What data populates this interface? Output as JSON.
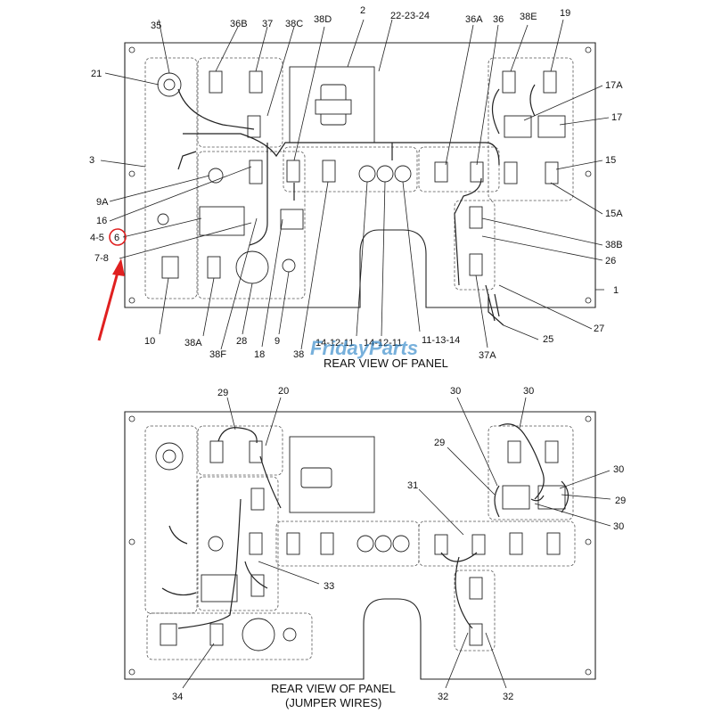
{
  "watermark": "FridayParts",
  "top_view": {
    "title": "REAR VIEW OF PANEL",
    "callouts": {
      "c35": "35",
      "c36b": "36B",
      "c37": "37",
      "c38c": "38C",
      "c38d": "38D",
      "c2": "2",
      "c222324": "22-23-24",
      "c36a": "36A",
      "c36": "36",
      "c38e": "38E",
      "c19": "19",
      "c21": "21",
      "c17a": "17A",
      "c17": "17",
      "c3": "3",
      "c15": "15",
      "c9a": "9A",
      "c15a": "15A",
      "c16": "16",
      "c45": "4-5",
      "c6": "6",
      "c38b": "38B",
      "c78": "7-8",
      "c26": "26",
      "c1": "1",
      "c27": "27",
      "c25": "25",
      "c10": "10",
      "c38a": "38A",
      "c28": "28",
      "c9": "9",
      "c38f": "38F",
      "c18": "18",
      "c38": "38",
      "c141211a": "14-12-11",
      "c141211b": "14-12-11",
      "c111314": "11-13-14",
      "c37a": "37A"
    }
  },
  "bottom_view": {
    "title_line1": "REAR VIEW OF PANEL",
    "title_line2": "(JUMPER WIRES)",
    "callouts": {
      "c29a": "29",
      "c20": "20",
      "c30a": "30",
      "c30b": "30",
      "c29b": "29",
      "c30c": "30",
      "c31": "31",
      "c29c": "29",
      "c30d": "30",
      "c33": "33",
      "c34": "34",
      "c32a": "32",
      "c32b": "32"
    }
  },
  "colors": {
    "ink": "#111111",
    "arrow": "#e02020",
    "watermark": "#2f86c9"
  }
}
